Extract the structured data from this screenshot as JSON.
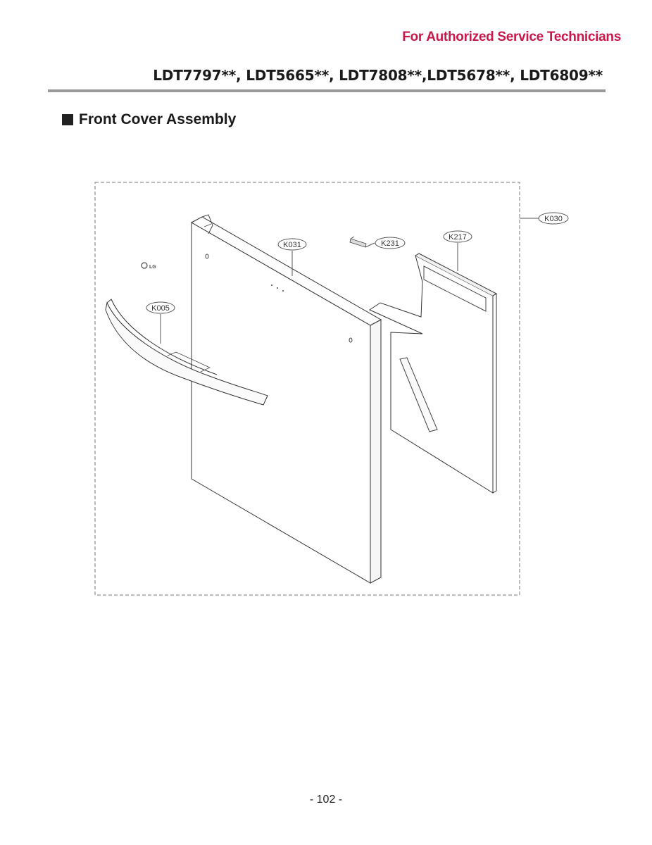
{
  "header": {
    "banner": "For Authorized Service Technicians",
    "models": "LDT7797**, LDT5665**, LDT7808**,LDT5678**, LDT6809**"
  },
  "section": {
    "title": "Front Cover Assembly"
  },
  "diagram": {
    "logo_text": "LG",
    "callouts": {
      "assembly": "K030",
      "door_panel": "K031",
      "bracket": "K231",
      "liner": "K217",
      "handle": "K005"
    }
  },
  "footer": {
    "page": "- 102 -"
  }
}
